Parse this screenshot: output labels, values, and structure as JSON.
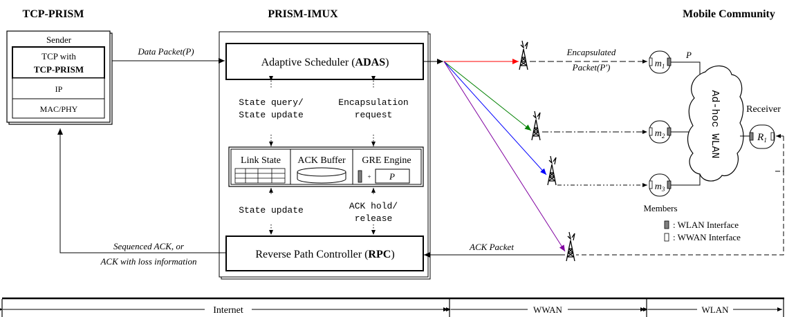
{
  "titles": {
    "left": "TCP-PRISM",
    "center": "PRISM-IMUX",
    "right": "Mobile Community"
  },
  "sender": {
    "title": "Sender",
    "tcp_line1": "TCP with",
    "tcp_line2": "TCP-PRISM",
    "ip": "IP",
    "mac": "MAC/PHY"
  },
  "imux": {
    "adas_label": "Adaptive Scheduler (",
    "adas_abbrev": "ADAS",
    "adas_close": ")",
    "rpc_label": "Reverse Path Controller (",
    "rpc_abbrev": "RPC",
    "rpc_close": ")",
    "link_state": "Link State",
    "ack_buffer": "ACK Buffer",
    "gre_engine": "GRE Engine",
    "gre_plus": "+",
    "gre_p": "P",
    "state_query_1": "State query/",
    "state_query_2": "State update",
    "encap_req_1": "Encapsulation",
    "encap_req_2": "request",
    "state_update": "State update",
    "ack_hold_1": "ACK hold/",
    "ack_hold_2": "release"
  },
  "edges": {
    "data_packet": "Data Packet(P)",
    "seq_ack_1": "Sequenced ACK, or",
    "seq_ack_2": "ACK with loss information",
    "encap_1": "Encapsulated",
    "encap_2": "Packet(P')",
    "p_label": "P",
    "ack_packet": "ACK Packet"
  },
  "community": {
    "m1": "m",
    "m1_sub": "1",
    "m2": "m",
    "m2_sub": "2",
    "m3": "m",
    "m3_sub": "3",
    "r1": "R",
    "r1_sub": "1",
    "members": "Members",
    "receiver": "Receiver",
    "adhoc": "Ad-hoc WLAN"
  },
  "legend": {
    "wlan": ": WLAN Interface",
    "wwan": ": WWAN Interface"
  },
  "segments": {
    "internet": "Internet",
    "wwan": "WWAN",
    "wlan": "WLAN"
  },
  "colors": {
    "red": "#ff0000",
    "green": "#008000",
    "blue": "#0000ff",
    "purple": "#8000a0",
    "interface_gray": "#808080"
  }
}
